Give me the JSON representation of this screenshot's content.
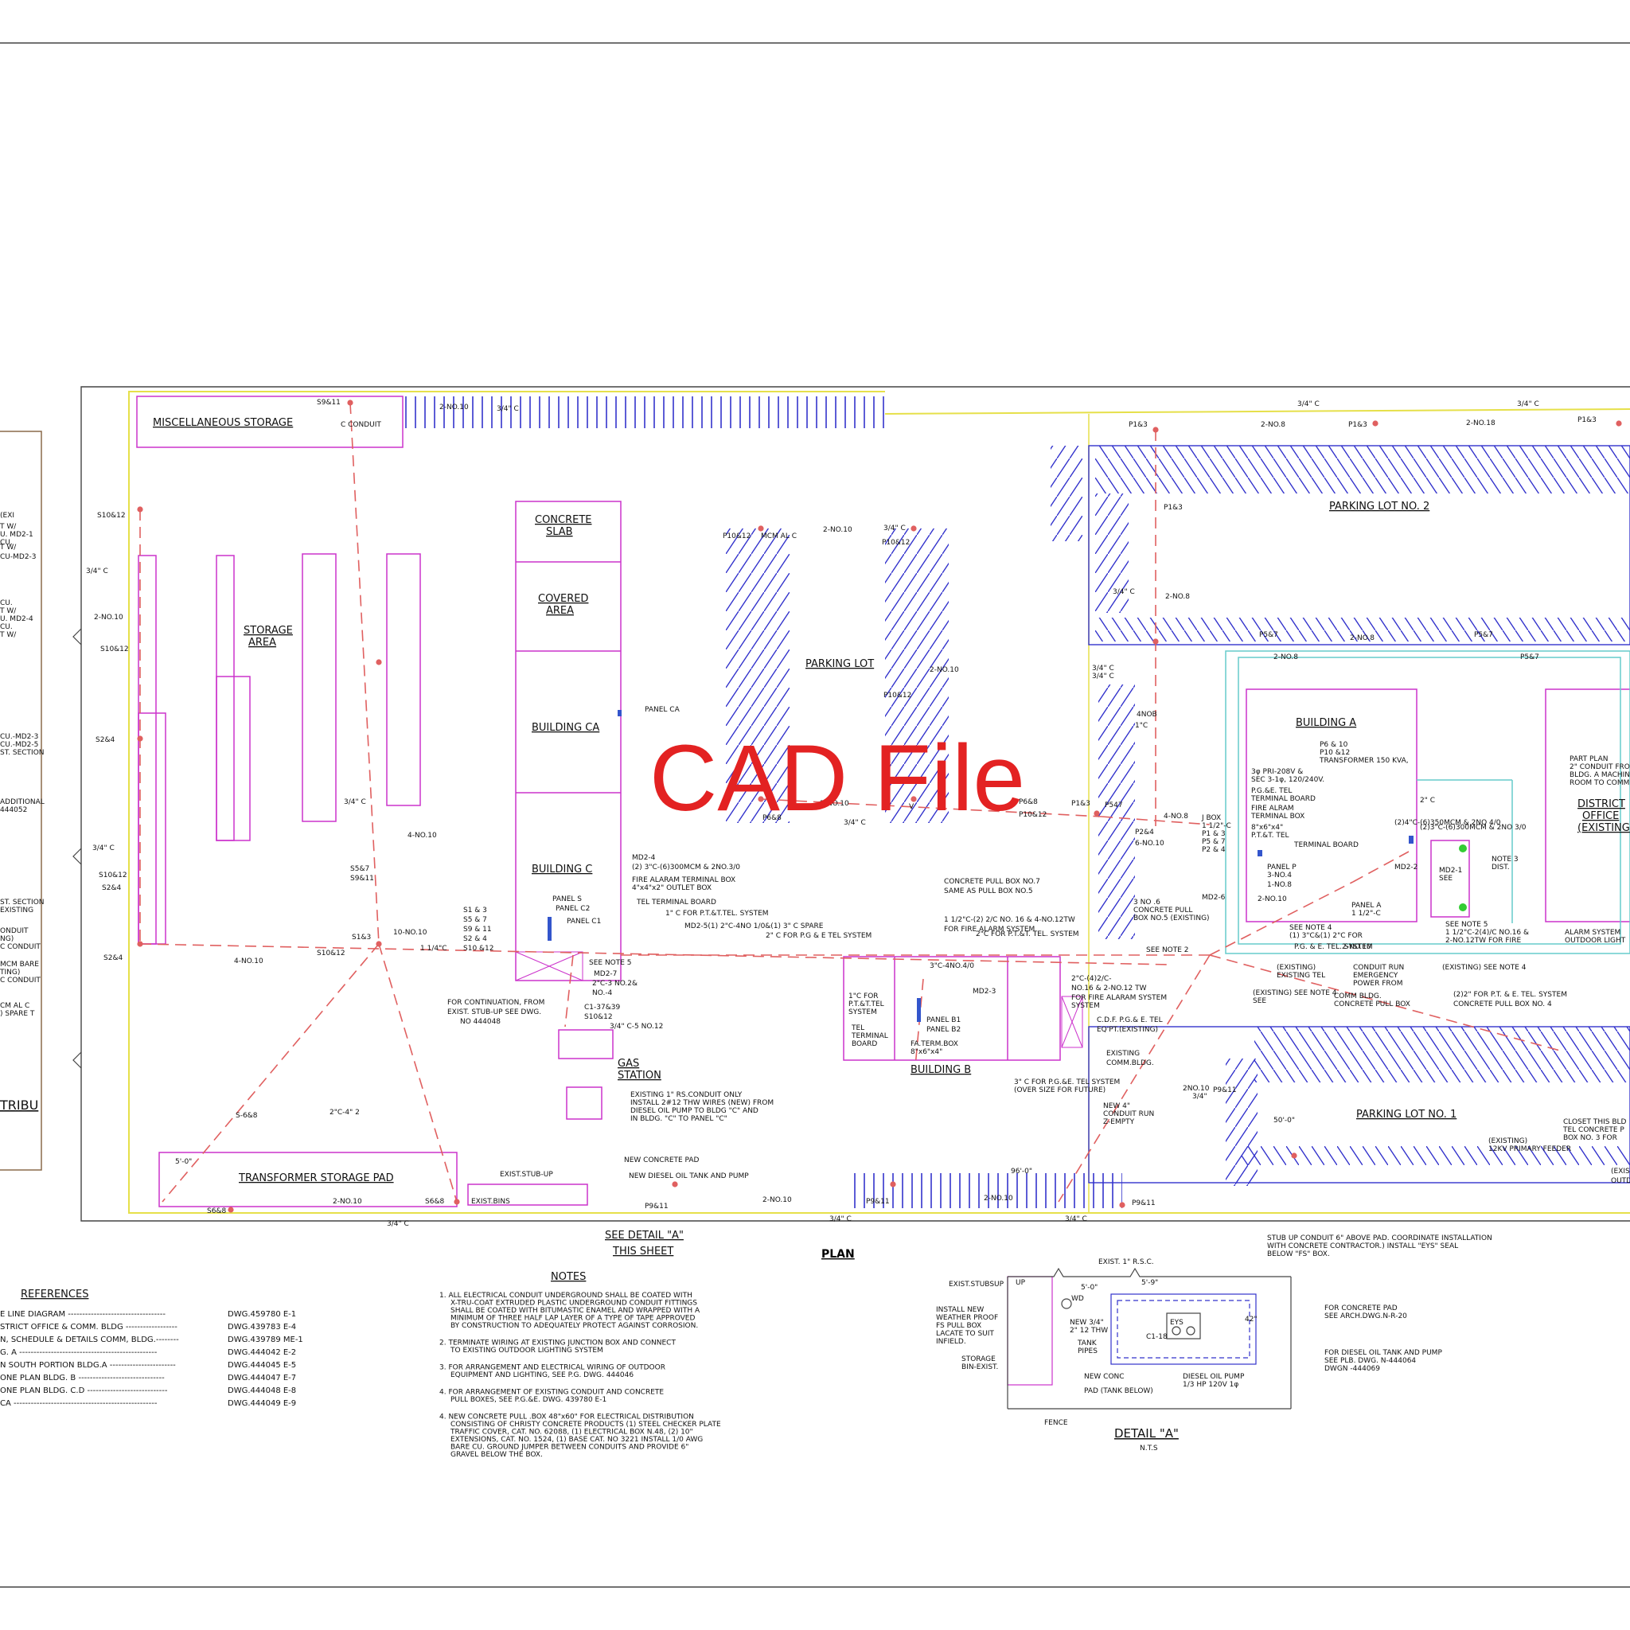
{
  "watermark": "CAD File",
  "plan_title": "PLAN",
  "detail_title": "DETAIL \"A\"",
  "detail_scale": "N.T.S",
  "notes_title": "NOTES",
  "references_title": "REFERENCES",
  "areas": {
    "misc_storage": "MISCELLANEOUS STORAGE",
    "storage_area_1": "STORAGE",
    "storage_area_2": "AREA",
    "concrete_slab_1": "CONCRETE",
    "concrete_slab_2": "SLAB",
    "covered_area_1": "COVERED",
    "covered_area_2": "AREA",
    "building_ca": "BUILDING CA",
    "building_c": "BUILDING C",
    "parking_lot": "PARKING LOT",
    "parking_lot_2": "PARKING LOT NO. 2",
    "parking_lot_1": "PARKING LOT NO. 1",
    "building_a": "BUILDING A",
    "building_b": "BUILDING B",
    "district_office_1": "DISTRICT",
    "district_office_2": "OFFICE",
    "district_office_3": "(EXISTING",
    "transformer_pad": "TRANSFORMER STORAGE PAD",
    "gas_station_1": "GAS",
    "gas_station_2": "STATION",
    "see_detail_1": "SEE DETAIL \"A\"",
    "see_detail_2": "THIS SHEET",
    "distribution_fragment": "TRIBU"
  },
  "plan_labels": [
    {
      "t": "S9&11"
    },
    {
      "t": "2-NO.10"
    },
    {
      "t": "3/4\" C"
    },
    {
      "t": "S10&12"
    },
    {
      "t": "3/4\" C"
    },
    {
      "t": "2-NO.10"
    },
    {
      "t": "S10&12"
    },
    {
      "t": "S2&4"
    },
    {
      "t": "4-NO.10"
    },
    {
      "t": "3/4\" C"
    },
    {
      "t": "S10&12"
    },
    {
      "t": "S2&4"
    },
    {
      "t": "S2&4"
    },
    {
      "t": "S5&7"
    },
    {
      "t": "S9&11"
    },
    {
      "t": "S1&3"
    },
    {
      "t": "10-NO.10"
    },
    {
      "t": "1 1/4\"C"
    },
    {
      "t": "S10&12"
    },
    {
      "t": "4-NO.10"
    },
    {
      "t": "3/4\" C"
    },
    {
      "t": "S1 & 3"
    },
    {
      "t": "S5 & 7"
    },
    {
      "t": "S9 & 11"
    },
    {
      "t": "S2 & 4"
    },
    {
      "t": "S10 &12"
    },
    {
      "t": "P10&12"
    },
    {
      "t": "2-NO.10"
    },
    {
      "t": "P10&12"
    },
    {
      "t": "3/4\" C"
    },
    {
      "t": "2-NO.10"
    },
    {
      "t": "P10&12"
    },
    {
      "t": "P6&8"
    },
    {
      "t": "2-NO.10"
    },
    {
      "t": "P6&8"
    },
    {
      "t": "P10&12"
    },
    {
      "t": "3/4\" C"
    },
    {
      "t": "PANEL CA"
    },
    {
      "t": "MD2-4"
    },
    {
      "t": "(2) 3\"C-(6)300MCM & 2NO.3/0"
    },
    {
      "t": "FIRE ALARAM TERMINAL BOX"
    },
    {
      "t": "4\"x4\"x2\" OUTLET BOX"
    },
    {
      "t": "TEL TERMINAL BOARD"
    },
    {
      "t": "1\" C FOR P.T.&T.TEL. SYSTEM"
    },
    {
      "t": "MD2-5(1) 2\"C-4NO 1/0&(1) 3\" C SPARE"
    },
    {
      "t": "2\" C FOR P.G & E TEL SYSTEM"
    },
    {
      "t": "PANEL S"
    },
    {
      "t": "PANEL C2"
    },
    {
      "t": "PANEL C1"
    },
    {
      "t": "SEE NOTE 5"
    },
    {
      "t": "MD2-7"
    },
    {
      "t": "2\"C-3 NO.2&"
    },
    {
      "t": "NO.-4"
    },
    {
      "t": "FOR CONTINUATION, FROM"
    },
    {
      "t": "EXIST. STUB-UP SEE DWG."
    },
    {
      "t": "NO 444048"
    },
    {
      "t": "C1-37&39"
    },
    {
      "t": "S10&12"
    },
    {
      "t": "3/4\" C-5 NO.12"
    },
    {
      "t": "EXISTING 1\" RS.CONDUIT ONLY"
    },
    {
      "t": "INSTALL 2#12 THW WIRES (NEW) FROM"
    },
    {
      "t": "DIESEL OIL PUMP TO BLDG \"C\" AND"
    },
    {
      "t": "IN BLDG. \"C\" TO PANEL \"C\""
    },
    {
      "t": "S-6&8"
    },
    {
      "t": "2\"C-4\" 2"
    },
    {
      "t": "5'-0\""
    },
    {
      "t": "S6&8"
    },
    {
      "t": "2-NO.10"
    },
    {
      "t": "S6&8"
    },
    {
      "t": "3/4\" C"
    },
    {
      "t": "EXIST.BINS"
    },
    {
      "t": "EXIST.STUB-UP"
    },
    {
      "t": "NEW CONCRETE PAD"
    },
    {
      "t": "NEW DIESEL OIL TANK AND PUMP"
    },
    {
      "t": "P9&11"
    },
    {
      "t": "2-NO.10"
    },
    {
      "t": "3/4\" C"
    },
    {
      "t": "P9&11"
    },
    {
      "t": "2-NO.10"
    },
    {
      "t": "3/4\" C"
    },
    {
      "t": "P9&11"
    },
    {
      "t": "CONCRETE PULL BOX NO.7"
    },
    {
      "t": "SAME AS PULL BOX NO.5"
    },
    {
      "t": "1 1/2\"C-(2) 2/C NO. 16 & 4-NO.12TW"
    },
    {
      "t": "FOR FIRE ALARM SYSTEM"
    },
    {
      "t": "2\"C FOR P.T.&T. TEL. SYSTEM"
    },
    {
      "t": "3\"C-4NO.4/0"
    },
    {
      "t": "MD2-3"
    },
    {
      "t": "1\"C FOR"
    },
    {
      "t": "P.T.&T.TEL"
    },
    {
      "t": "SYSTEM"
    },
    {
      "t": "TEL"
    },
    {
      "t": "TERMINAL"
    },
    {
      "t": "BOARD"
    },
    {
      "t": "PANEL B1"
    },
    {
      "t": "PANEL B2"
    },
    {
      "t": "FA.TERM.BOX"
    },
    {
      "t": "8\"x6\"x4\""
    },
    {
      "t": "2\"C-(4)2/C-"
    },
    {
      "t": "NO.16 & 2-NO.12 TW"
    },
    {
      "t": "FOR FIRE ALARAM SYSTEM"
    },
    {
      "t": "SYSTEM"
    },
    {
      "t": "C.D.F. P.G.& E. TEL"
    },
    {
      "t": "EQ'PT.(EXISTING)"
    },
    {
      "t": "EXISTING"
    },
    {
      "t": "COMM.BLDG."
    },
    {
      "t": "3\" C FOR P.G.&E. TEL SYSTEM"
    },
    {
      "t": "(OVER SIZE FOR FUTURE)"
    },
    {
      "t": "NEW 4\""
    },
    {
      "t": "CONDUIT RUN"
    },
    {
      "t": "Z-EMPTY"
    },
    {
      "t": "2NO.10"
    },
    {
      "t": "3/4\""
    },
    {
      "t": "P9&11"
    },
    {
      "t": "50'-0\""
    },
    {
      "t": "96'-0\""
    },
    {
      "t": "P1&3"
    },
    {
      "t": "2-NO.8"
    },
    {
      "t": "P1&3"
    },
    {
      "t": "2-NO.18"
    },
    {
      "t": "P1&3"
    },
    {
      "t": "3/4\" C"
    },
    {
      "t": "3/4\" C"
    },
    {
      "t": "P1&3"
    },
    {
      "t": "3/4\" C"
    },
    {
      "t": "2-NO.8"
    },
    {
      "t": "P5&7"
    },
    {
      "t": "2-NO.8"
    },
    {
      "t": "P5&7"
    },
    {
      "t": "2-NO.8"
    },
    {
      "t": "P5&7"
    },
    {
      "t": "3/4\" C"
    },
    {
      "t": "3/4\" C"
    },
    {
      "t": "4NOB"
    },
    {
      "t": "1\"C"
    },
    {
      "t": "P1&3"
    },
    {
      "t": "P547"
    },
    {
      "t": "P2&4"
    },
    {
      "t": "6-NO.10"
    },
    {
      "t": "4-NO.8"
    },
    {
      "t": "J BOX"
    },
    {
      "t": "1 1/2\"-C"
    },
    {
      "t": "P1 & 3"
    },
    {
      "t": "P5 & 7"
    },
    {
      "t": "P2 & 4"
    },
    {
      "t": "P6 & 10"
    },
    {
      "t": "P10 &12"
    },
    {
      "t": "TRANSFORMER 150 KVA,"
    },
    {
      "t": "3φ PRI-208V &"
    },
    {
      "t": "SEC 3-1φ, 120/240V."
    },
    {
      "t": "P.G.&E. TEL"
    },
    {
      "t": "TERMINAL BOARD"
    },
    {
      "t": "FIRE ALRAM"
    },
    {
      "t": "TERMINAL BOX"
    },
    {
      "t": "8\"x6\"x4\""
    },
    {
      "t": "P.T.&T. TEL"
    },
    {
      "t": "TERMINAL BOARD"
    },
    {
      "t": "PANEL P"
    },
    {
      "t": "3-NO.4"
    },
    {
      "t": "1-NO.8"
    },
    {
      "t": "2-NO.10"
    },
    {
      "t": "MD2-6"
    },
    {
      "t": "2\" C"
    },
    {
      "t": "(2)3\"C-(6)300MCM & 2NO 3/0"
    },
    {
      "t": "(2)4\"C-(6)350MCM & 2NO 4/0"
    },
    {
      "t": "MD2-2"
    },
    {
      "t": "MD2-1"
    },
    {
      "t": "SEE"
    },
    {
      "t": "NOTE 3"
    },
    {
      "t": "DIST."
    },
    {
      "t": "PANEL A"
    },
    {
      "t": "1 1/2\"-C"
    },
    {
      "t": "3 NO .6"
    },
    {
      "t": "CONCRETE PULL"
    },
    {
      "t": "BOX NO.5 (EXISTING)"
    },
    {
      "t": "SEE NOTE 4"
    },
    {
      "t": "(1) 3\"C&(1) 2\"C FOR"
    },
    {
      "t": "P.G. & E. TEL. SYSTEM"
    },
    {
      "t": "2-NO.10"
    },
    {
      "t": "SEE NOTE 2"
    },
    {
      "t": "SEE NOTE 5"
    },
    {
      "t": "1 1/2\"C-2(4)/C NO.16 &"
    },
    {
      "t": "2-NO.12TW FOR FIRE"
    },
    {
      "t": "ALARM SYSTEM"
    },
    {
      "t": "OUTDOOR LIGHT"
    },
    {
      "t": "(EXISTING)"
    },
    {
      "t": "EXISTING TEL"
    },
    {
      "t": "CONDUIT RUN"
    },
    {
      "t": "EMERGENCY"
    },
    {
      "t": "POWER FROM"
    },
    {
      "t": "COMM BLDG."
    },
    {
      "t": "CONCRETE PULL BOX"
    },
    {
      "t": "(EXISTING) SEE NOTE 4"
    },
    {
      "t": "(2)2\" FOR P.T. & E. TEL. SYSTEM"
    },
    {
      "t": "CONCRETE PULL BOX NO. 4"
    },
    {
      "t": "(EXISTING) SEE NOTE 4"
    },
    {
      "t": "SEE"
    },
    {
      "t": "PART PLAN"
    },
    {
      "t": "2\" CONDUIT FROM"
    },
    {
      "t": "BLDG. A MACHINE"
    },
    {
      "t": "ROOM TO COMM"
    },
    {
      "t": "CLOSET THIS BLD"
    },
    {
      "t": "TEL CONCRETE P"
    },
    {
      "t": "BOX NO. 3 FOR"
    },
    {
      "t": "(EXISTING)"
    },
    {
      "t": "12KV PRIMARY FEEDER"
    },
    {
      "t": "(EXISTING)"
    },
    {
      "t": "OUTD"
    },
    {
      "t": "(EXI"
    },
    {
      "t": "T W/"
    },
    {
      "t": "U. MD2-1"
    },
    {
      "t": "CU."
    },
    {
      "t": "T W/"
    },
    {
      "t": "CU-MD2-3"
    },
    {
      "t": "CU."
    },
    {
      "t": "T W/"
    },
    {
      "t": "U. MD2-4"
    },
    {
      "t": "CU."
    },
    {
      "t": "T W/"
    },
    {
      "t": "CU.-MD2-3"
    },
    {
      "t": "CU.-MD2-5"
    },
    {
      "t": "ST. SECTION"
    },
    {
      "t": "ADDITIONAL"
    },
    {
      "t": "444052"
    },
    {
      "t": "ST. SECTION"
    },
    {
      "t": "EXISTING"
    },
    {
      "t": "ONDUIT"
    },
    {
      "t": "NG)"
    },
    {
      "t": "C CONDUIT"
    },
    {
      "t": "MCM BARE"
    },
    {
      "t": "TING)"
    },
    {
      "t": "C CONDUIT"
    },
    {
      "t": "CM AL C"
    },
    {
      "t": ") SPARE T"
    },
    {
      "t": "C CONDUIT"
    },
    {
      "t": "MCM AL C"
    },
    {
      "t": "V"
    },
    {
      "t": "V"
    },
    {
      "t": "V"
    }
  ],
  "detail_labels": [
    "EXIST. 1\" R.S.C.",
    "UP",
    "EXIST.STUBSUP",
    "5'-0\"",
    "5'-9\"",
    "WD",
    "INSTALL NEW",
    "WEATHER PROOF",
    "FS PULL BOX",
    "LACATE TO SUIT",
    "INFIELD.",
    "NEW 3/4\"",
    "2\" 12 THW",
    "TANK",
    "PIPES",
    "EYS",
    "C1-18",
    "42\"",
    "STORAGE",
    "BIN-EXIST.",
    "NEW CONC",
    "PAD (TANK BELOW)",
    "DIESEL OIL PUMP",
    "1/3 HP 120V 1φ",
    "FENCE",
    "STUB UP CONDUIT 6\" ABOVE PAD. COORDINATE INSTALLATION",
    "WITH CONCRETE CONTRACTOR.) INSTALL \"EYS\" SEAL",
    "BELOW \"FS\" BOX.",
    "FOR CONCRETE PAD",
    "SEE ARCH.DWG.N-R-20",
    "FOR DIESEL OIL TANK AND PUMP",
    "SEE PLB. DWG. N-444064",
    "DWGN -444069"
  ],
  "notes": [
    [
      "1. ALL ELECTRICAL CONDUIT UNDERGROUND SHALL BE COATED WITH",
      "X-TRU-COAT EXTRUDED PLASTIC UNDERGROUND CONDUIT FITTINGS",
      "SHALL BE COATED WITH BITUMASTIC ENAMEL AND WRAPPED WITH A",
      "MINIMUM OF THREE HALF LAP LAYER OF A TYPE OF TAPE APPROVED",
      "BY CONSTRUCTION TO ADEQUATELY PROTECT AGAINST CORROSION."
    ],
    [
      "2. TERMINATE WIRING AT EXISTING JUNCTION BOX AND CONNECT",
      "TO EXISTING OUTDOOR LIGHTING SYSTEM"
    ],
    [
      "3. FOR ARRANGEMENT AND ELECTRICAL WIRING OF OUTDOOR",
      "EQUIPMENT AND LIGHTING, SEE P.G. DWG. 444046"
    ],
    [
      "4. FOR ARRANGEMENT OF EXISTING CONDUIT AND CONCRETE",
      "PULL BOXES, SEE P.G.&E. DWG. 439780 E-1"
    ],
    [
      "4. NEW CONCRETE PULL .BOX 48\"x60\" FOR ELECTRICAL DISTRIBUTION",
      "CONSISTING OF CHRISTY CONCRETE PRODUCTS (1) STEEL CHECKER PLATE",
      "TRAFFIC COVER, CAT. NO. 62088, (1) ELECTRICAL BOX N.48, (2) 10\"",
      "EXTENSIONS, CAT. NO. 1524, (1) BASE CAT. NO 3221 INSTALL 1/0 AWG",
      "BARE CU. GROUND JUMPER BETWEEN CONDUITS AND PROVIDE 6\"",
      "GRAVEL BELOW THE BOX."
    ]
  ],
  "references": [
    {
      "desc": "E LINE DIAGRAM ----------------------------------",
      "dwg": "DWG.459780 E-1"
    },
    {
      "desc": "STRICT OFFICE & COMM. BLDG ------------------",
      "dwg": "DWG.439783 E-4"
    },
    {
      "desc": "N, SCHEDULE & DETAILS COMM, BLDG.--------",
      "dwg": "DWG.439789 ME-1"
    },
    {
      "desc": "G. A ------------------------------------------------",
      "dwg": "DWG.444042 E-2"
    },
    {
      "desc": "N SOUTH PORTION BLDG.A -----------------------",
      "dwg": "DWG.444045 E-5"
    },
    {
      "desc": "ONE PLAN BLDG. B ------------------------------",
      "dwg": "DWG.444047 E-7"
    },
    {
      "desc": "ONE PLAN BLDG. C.D ----------------------------",
      "dwg": "DWG.444048 E-8"
    },
    {
      "desc": "CA --------------------------------------------------",
      "dwg": "DWG.444049 E-9"
    }
  ],
  "colors": {
    "magenta": "#cc33cc",
    "blue": "#3333cc",
    "red_dashed": "#e06060",
    "yellow": "#e6e04a",
    "cyan": "#66cccc",
    "red_watermark": "#e32222",
    "frame": "#444444"
  }
}
